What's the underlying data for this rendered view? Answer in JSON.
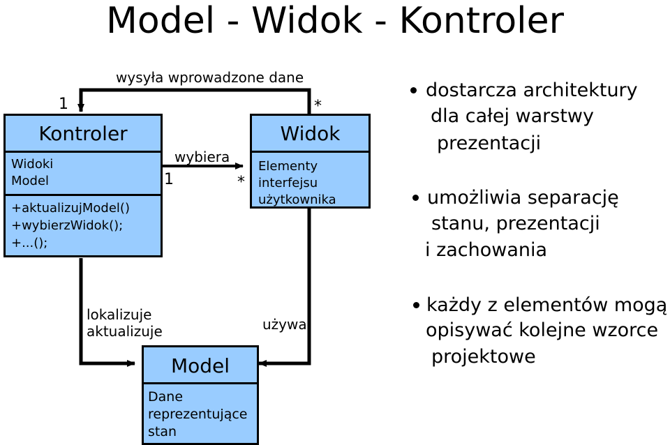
{
  "title": "Model - Widok - Kontroler",
  "diagram": {
    "kontroler": {
      "name": "Kontroler",
      "attributes": [
        "Widoki",
        "Model"
      ],
      "operations": [
        "+aktualizujModel()",
        "+wybierzWidok();",
        "+...();"
      ]
    },
    "widok": {
      "name": "Widok",
      "attributes": [
        "Elementy",
        "interfejsu",
        "użytkownika"
      ]
    },
    "model": {
      "name": "Model",
      "attributes": [
        "Dane",
        "reprezentujące",
        "stan"
      ]
    },
    "labels": {
      "sends": "wysyła wprowadzone dane",
      "chooses": "wybiera",
      "locates_1": "lokalizuje",
      "locates_2": "aktualizuje",
      "uses": "używa",
      "mult_k_top": "1",
      "mult_w_top": "*",
      "mult_k_right": "1",
      "mult_w_left": "*"
    }
  },
  "bullets": [
    {
      "lines": [
        "dostarcza architektury",
        "dla całej warstwy",
        "prezentacji"
      ]
    },
    {
      "lines": [
        "umożliwia separację",
        "stanu, prezentacji",
        "i zachowania"
      ]
    },
    {
      "lines": [
        "każdy z elementów mogą",
        "opisywać kolejne wzorce",
        "projektowe"
      ]
    }
  ]
}
